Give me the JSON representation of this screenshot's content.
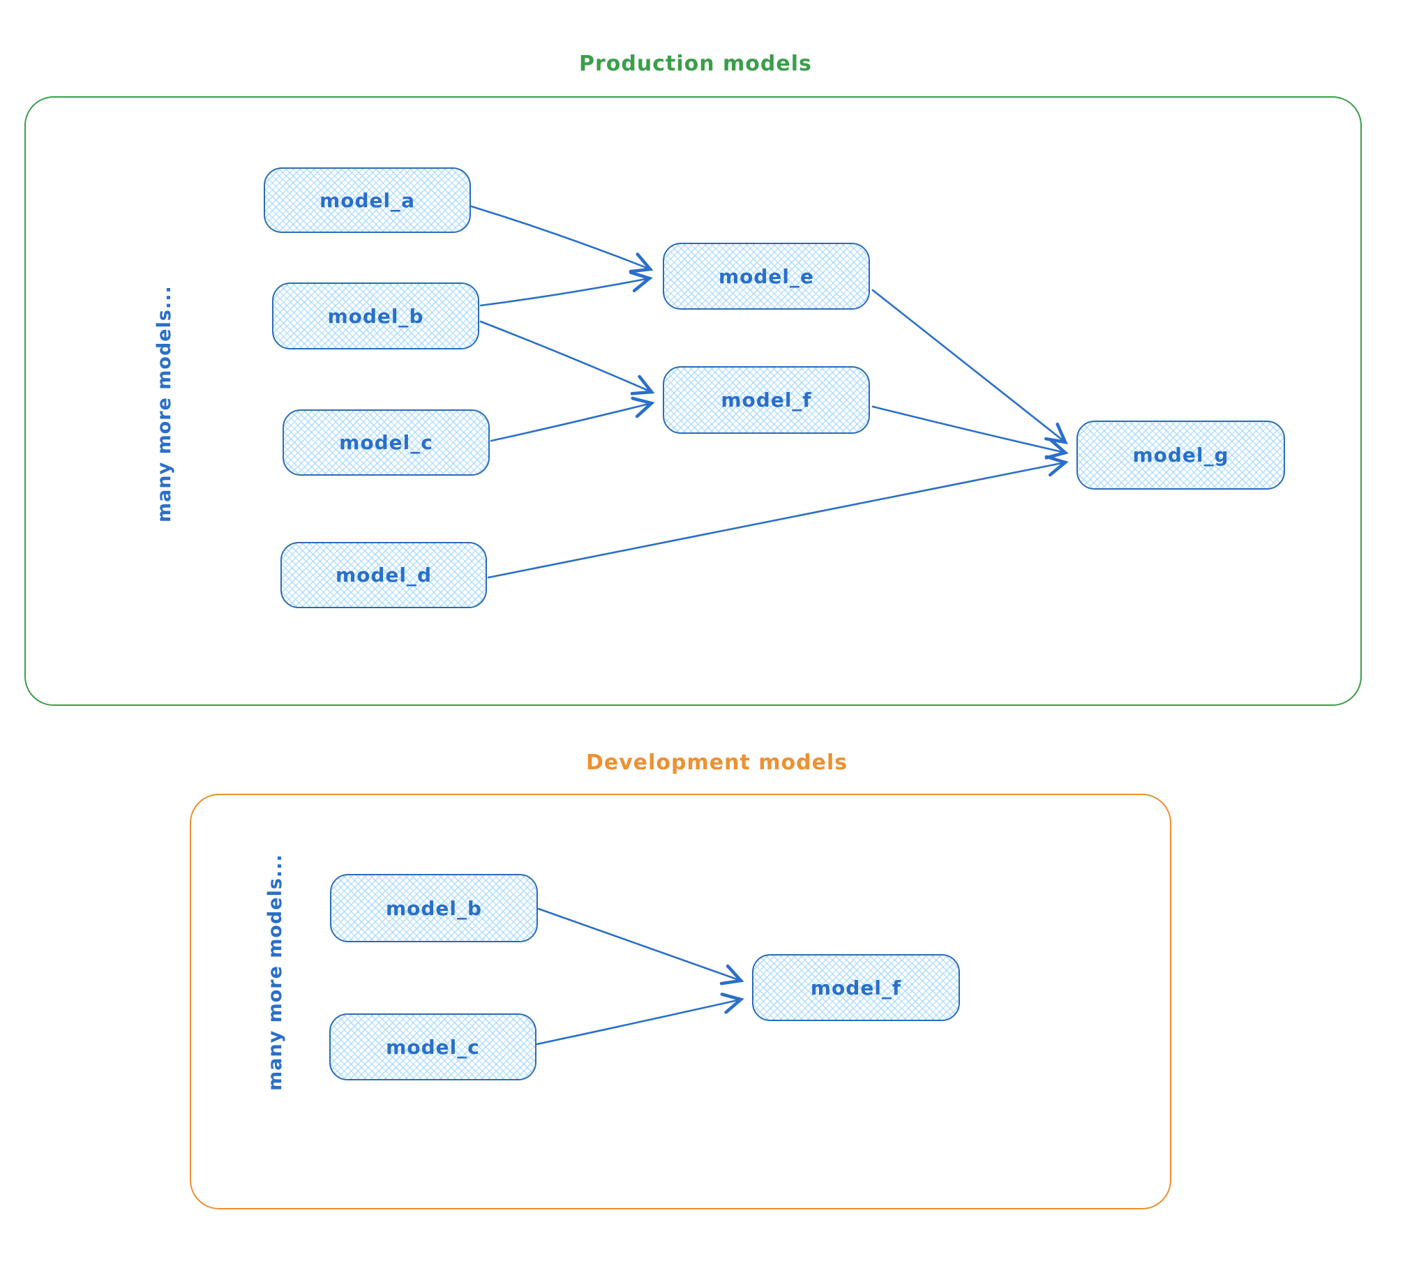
{
  "diagram": {
    "colors": {
      "node_stroke": "#2b6cb8",
      "node_text": "#2a6fc9",
      "arrow": "#2a6fc9",
      "hatch_fill": "#a5d8ff",
      "production_accent": "#3a9e4a",
      "development_accent": "#ee9030"
    },
    "production": {
      "title": "Production models",
      "side_label": "many more models...",
      "nodes": {
        "model_a": "model_a",
        "model_b": "model_b",
        "model_c": "model_c",
        "model_d": "model_d",
        "model_e": "model_e",
        "model_f": "model_f",
        "model_g": "model_g"
      },
      "edges": [
        {
          "from": "model_a",
          "to": "model_e"
        },
        {
          "from": "model_b",
          "to": "model_e"
        },
        {
          "from": "model_b",
          "to": "model_f"
        },
        {
          "from": "model_c",
          "to": "model_f"
        },
        {
          "from": "model_e",
          "to": "model_g"
        },
        {
          "from": "model_f",
          "to": "model_g"
        },
        {
          "from": "model_d",
          "to": "model_g"
        }
      ]
    },
    "development": {
      "title": "Development models",
      "side_label": "many more models...",
      "nodes": {
        "model_b": "model_b",
        "model_c": "model_c",
        "model_f": "model_f"
      },
      "edges": [
        {
          "from": "model_b",
          "to": "model_f"
        },
        {
          "from": "model_c",
          "to": "model_f"
        }
      ]
    }
  }
}
